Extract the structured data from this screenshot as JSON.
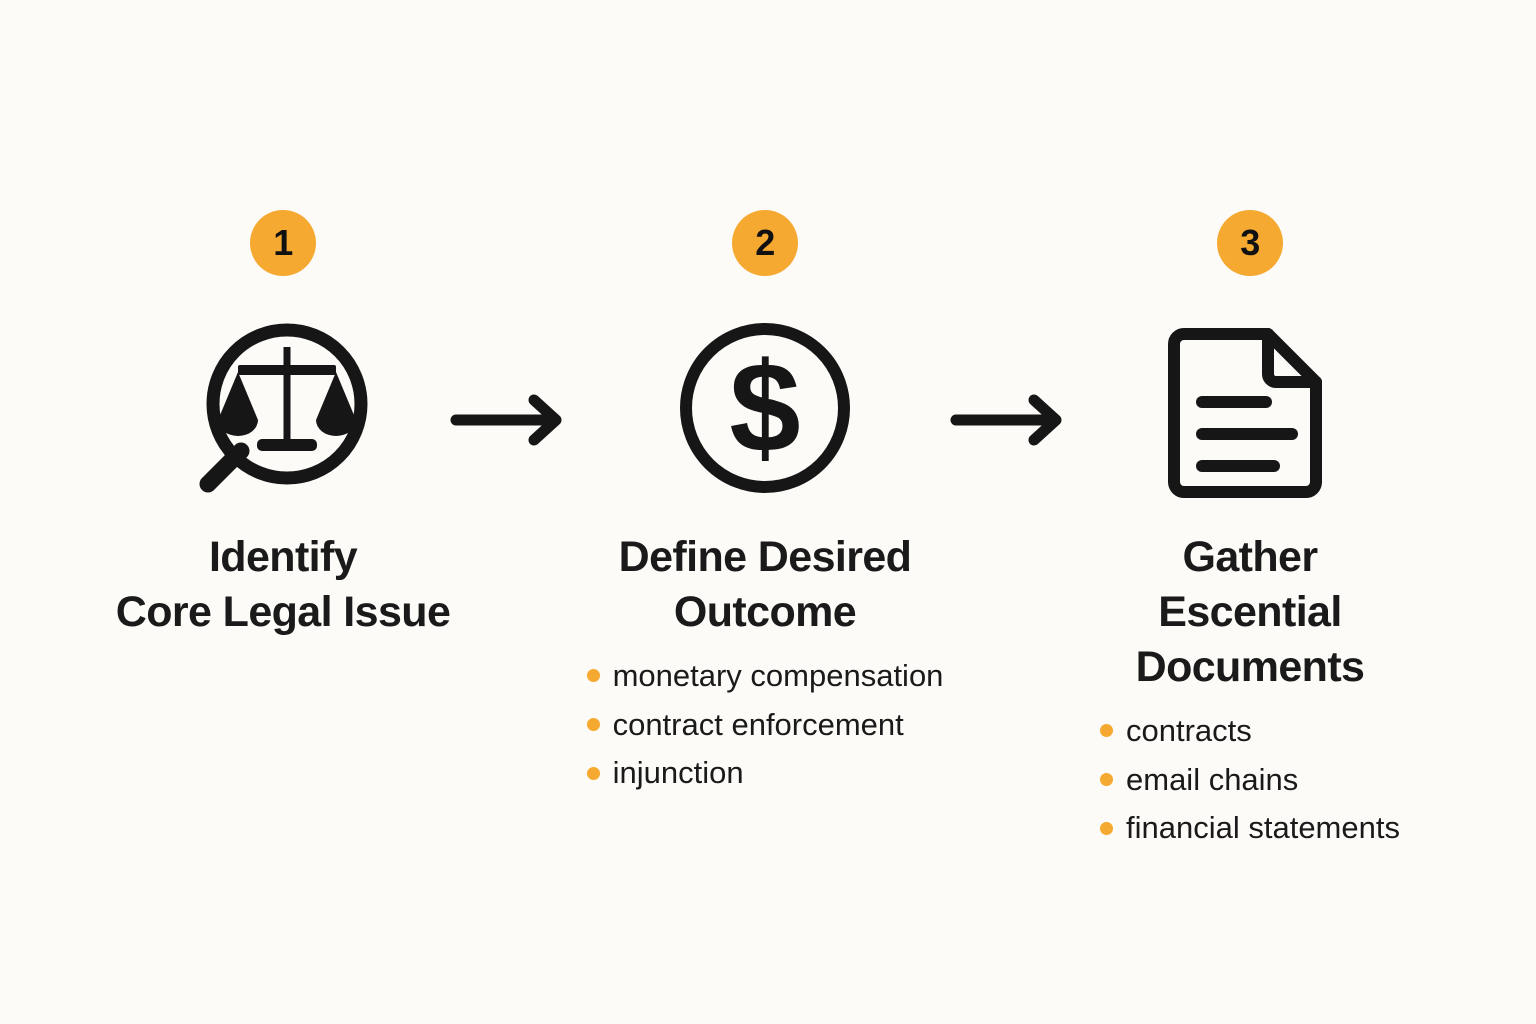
{
  "background_color": "#FCFBF8",
  "accent_color": "#F5A930",
  "text_color": "#1A1A1A",
  "steps": [
    {
      "number": "1",
      "icon": "magnifier-scales-of-justice-icon",
      "heading": "Identify\nCore Legal Issue",
      "bullets": []
    },
    {
      "number": "2",
      "icon": "dollar-circle-icon",
      "heading": "Define Desired\nOutcome",
      "bullets": [
        "monetary compensation",
        "contract enforcement",
        "injunction"
      ]
    },
    {
      "number": "3",
      "icon": "document-lines-icon",
      "heading": "Gather\nEscential\nDocuments",
      "bullets": [
        "contracts",
        "email chains",
        "financial statements"
      ]
    }
  ],
  "connectors": [
    {
      "name": "arrow-right-icon"
    },
    {
      "name": "arrow-right-icon"
    }
  ]
}
